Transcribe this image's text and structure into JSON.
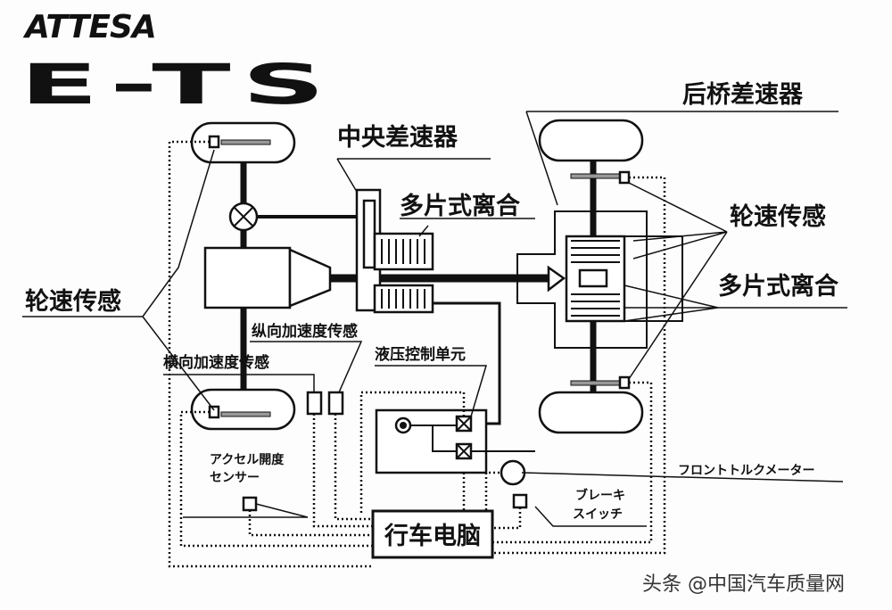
{
  "logo": {
    "line1": "ATTESA",
    "line2": "E-TS"
  },
  "labels": {
    "rear_diff": "后桥差速器",
    "center_diff": "中央差速器",
    "multi_clutch_center": "多片式离合",
    "wheel_speed_right": "轮速传感",
    "multi_clutch_rear": "多片式离合",
    "wheel_speed_left": "轮速传感",
    "longitudinal_accel": "纵向加速度传感",
    "lateral_accel": "横向加速度传感",
    "hydraulic_unit": "液压控制单元",
    "accel_sensor_1": "アクセル開度",
    "accel_sensor_2": "センサー",
    "front_torque_meter": "フロントトルクメーター",
    "brake_switch_1": "ブレーキ",
    "brake_switch_2": "スイッチ",
    "ecu": "行车电脑"
  },
  "watermark": "头条 @中国汽车质量网"
}
